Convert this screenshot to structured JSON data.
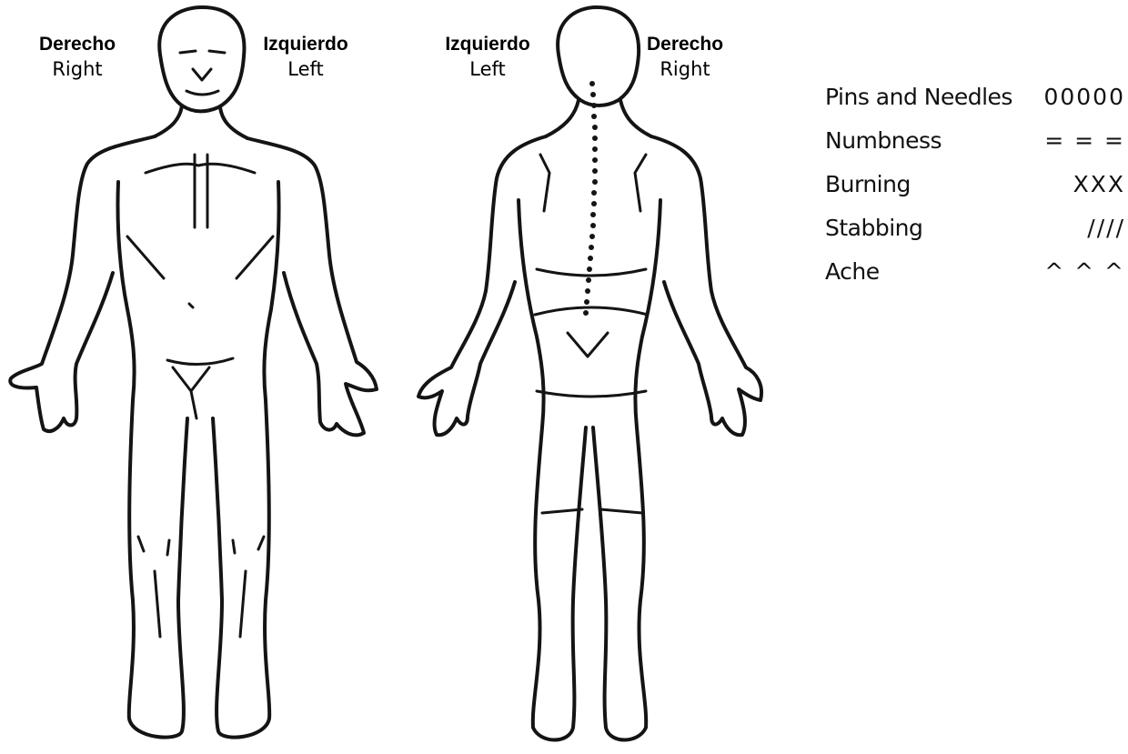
{
  "labels": {
    "front_right": {
      "es": "Derecho",
      "en": "Right"
    },
    "front_left": {
      "es": "Izquierdo",
      "en": "Left"
    },
    "back_left": {
      "es": "Izquierdo",
      "en": "Left"
    },
    "back_right": {
      "es": "Derecho",
      "en": "Right"
    }
  },
  "legend": [
    {
      "name": "Pins and Needles",
      "symbol": "00000"
    },
    {
      "name": "Numbness",
      "symbol": "= = ="
    },
    {
      "name": "Burning",
      "symbol": "XXX"
    },
    {
      "name": "Stabbing",
      "symbol": "////"
    },
    {
      "name": "Ache",
      "symbol": "^ ^ ^"
    }
  ],
  "colors": {
    "ink": "#141414",
    "background": "#ffffff"
  }
}
